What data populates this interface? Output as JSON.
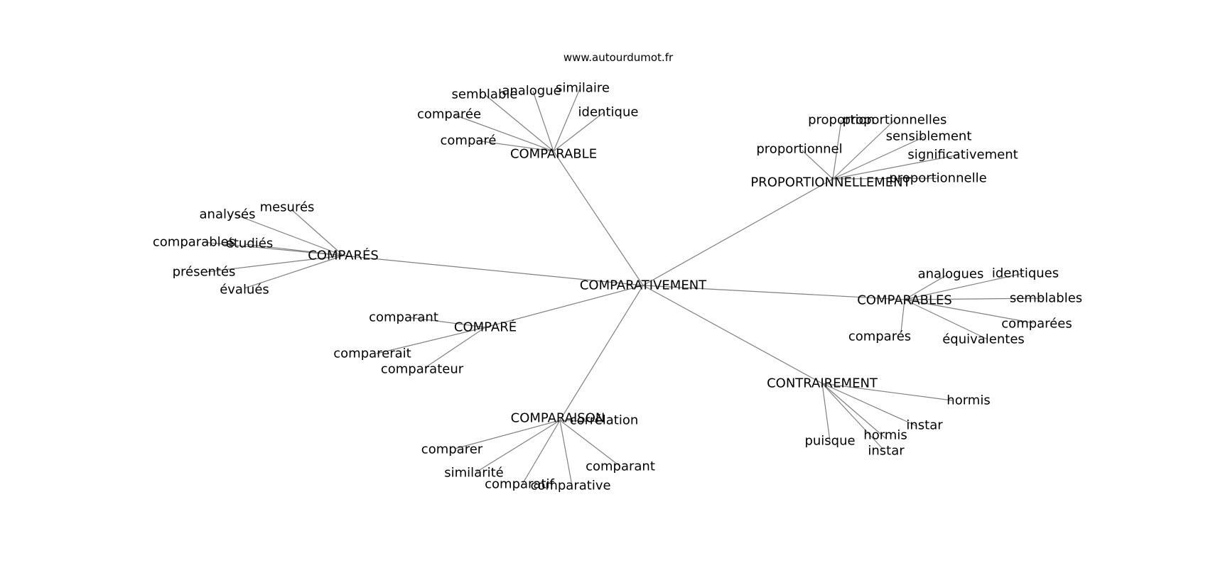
{
  "watermark": "www.autourdumot.fr",
  "graph": {
    "center": {
      "label": "COMPARATIVEMENT"
    },
    "hubs": [
      {
        "id": "comparable",
        "label": "COMPARABLE",
        "leaves": [
          "semblable",
          "analogue",
          "similaire",
          "identique",
          "comparée",
          "comparé"
        ]
      },
      {
        "id": "proportionnellement",
        "label": "PROPORTIONNELLEMENT",
        "leaves": [
          "proportion",
          "proportionnelles",
          "sensiblement",
          "proportionnel",
          "significativement",
          "proportionnelle"
        ]
      },
      {
        "id": "compares",
        "label": "COMPARÉS",
        "leaves": [
          "mesurés",
          "analysés",
          "comparables",
          "étudiés",
          "présentés",
          "évalués"
        ]
      },
      {
        "id": "comparables",
        "label": "COMPARABLES",
        "leaves": [
          "analogues",
          "identiques",
          "semblables",
          "comparées",
          "comparés",
          "équivalentes"
        ]
      },
      {
        "id": "compare",
        "label": "COMPARÉ",
        "leaves": [
          "comparant",
          "comparerait",
          "comparateur"
        ]
      },
      {
        "id": "comparaison",
        "label": "COMPARAISON",
        "leaves": [
          "corrélation",
          "comparer",
          "similarité",
          "comparatif",
          "comparative",
          "comparant"
        ]
      },
      {
        "id": "contrairement",
        "label": "CONTRAIREMENT",
        "leaves": [
          "hormis",
          "instar",
          "hormis",
          "instar",
          "puisque"
        ]
      }
    ]
  }
}
